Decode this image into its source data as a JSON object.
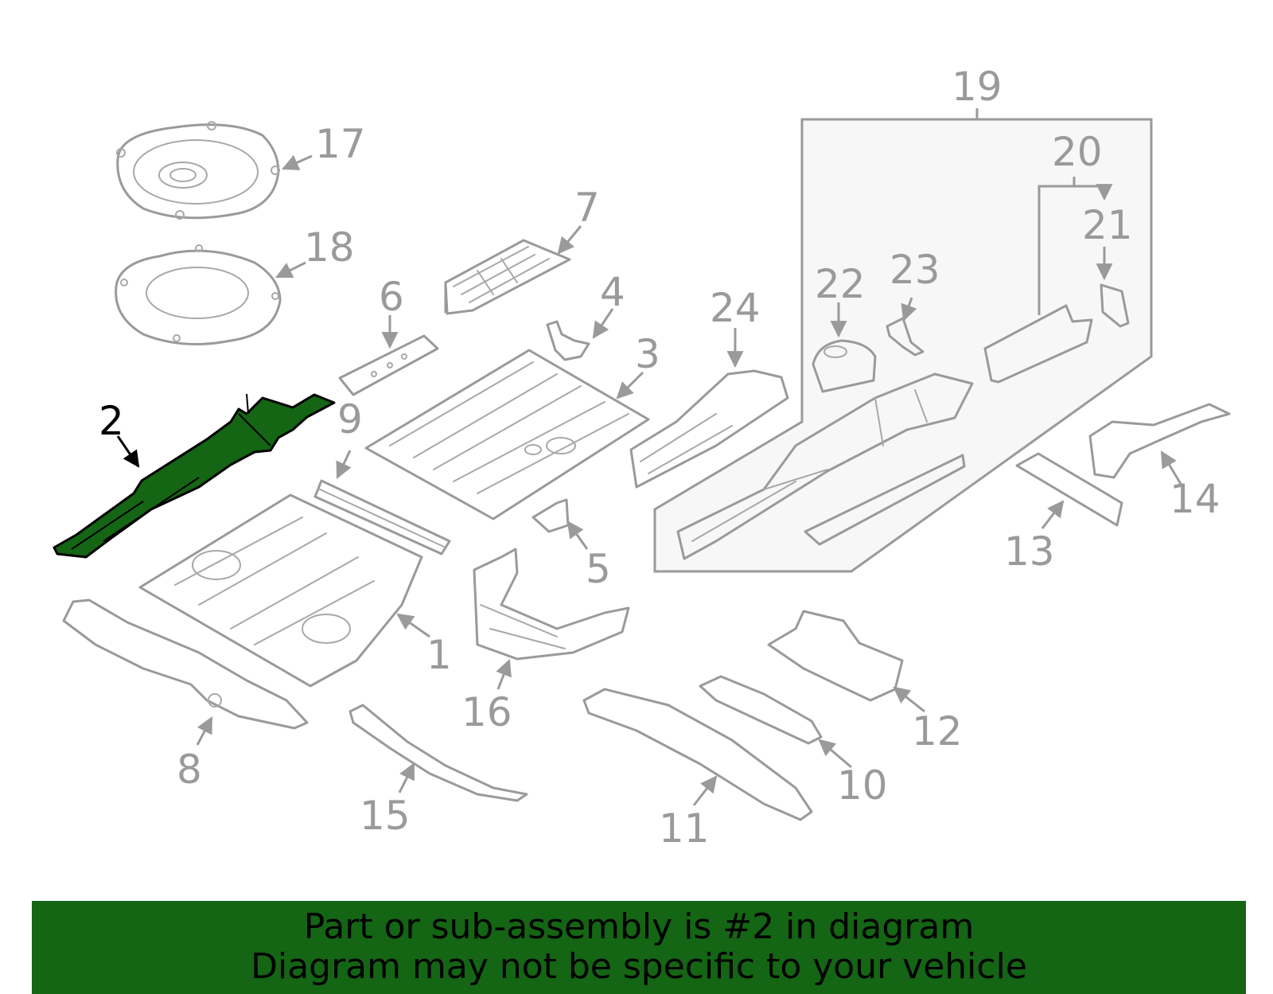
{
  "callouts": {
    "c1": "1",
    "c2": "2",
    "c3": "3",
    "c4": "4",
    "c5": "5",
    "c6": "6",
    "c7": "7",
    "c8": "8",
    "c9": "9",
    "c10": "10",
    "c11": "11",
    "c12": "12",
    "c13": "13",
    "c14": "14",
    "c15": "15",
    "c16": "16",
    "c17": "17",
    "c18": "18",
    "c19": "19",
    "c20": "20",
    "c21": "21",
    "c22": "22",
    "c23": "23",
    "c24": "24"
  },
  "highlight": {
    "part": "2",
    "color": "#146514"
  },
  "banner": {
    "line1": "Part or sub-assembly is #2 in diagram",
    "line2": "Diagram may not be specific to your vehicle",
    "background": "#146514"
  },
  "colors": {
    "line_art": "#9a9a9a",
    "box_fill": "#f7f7f7"
  }
}
